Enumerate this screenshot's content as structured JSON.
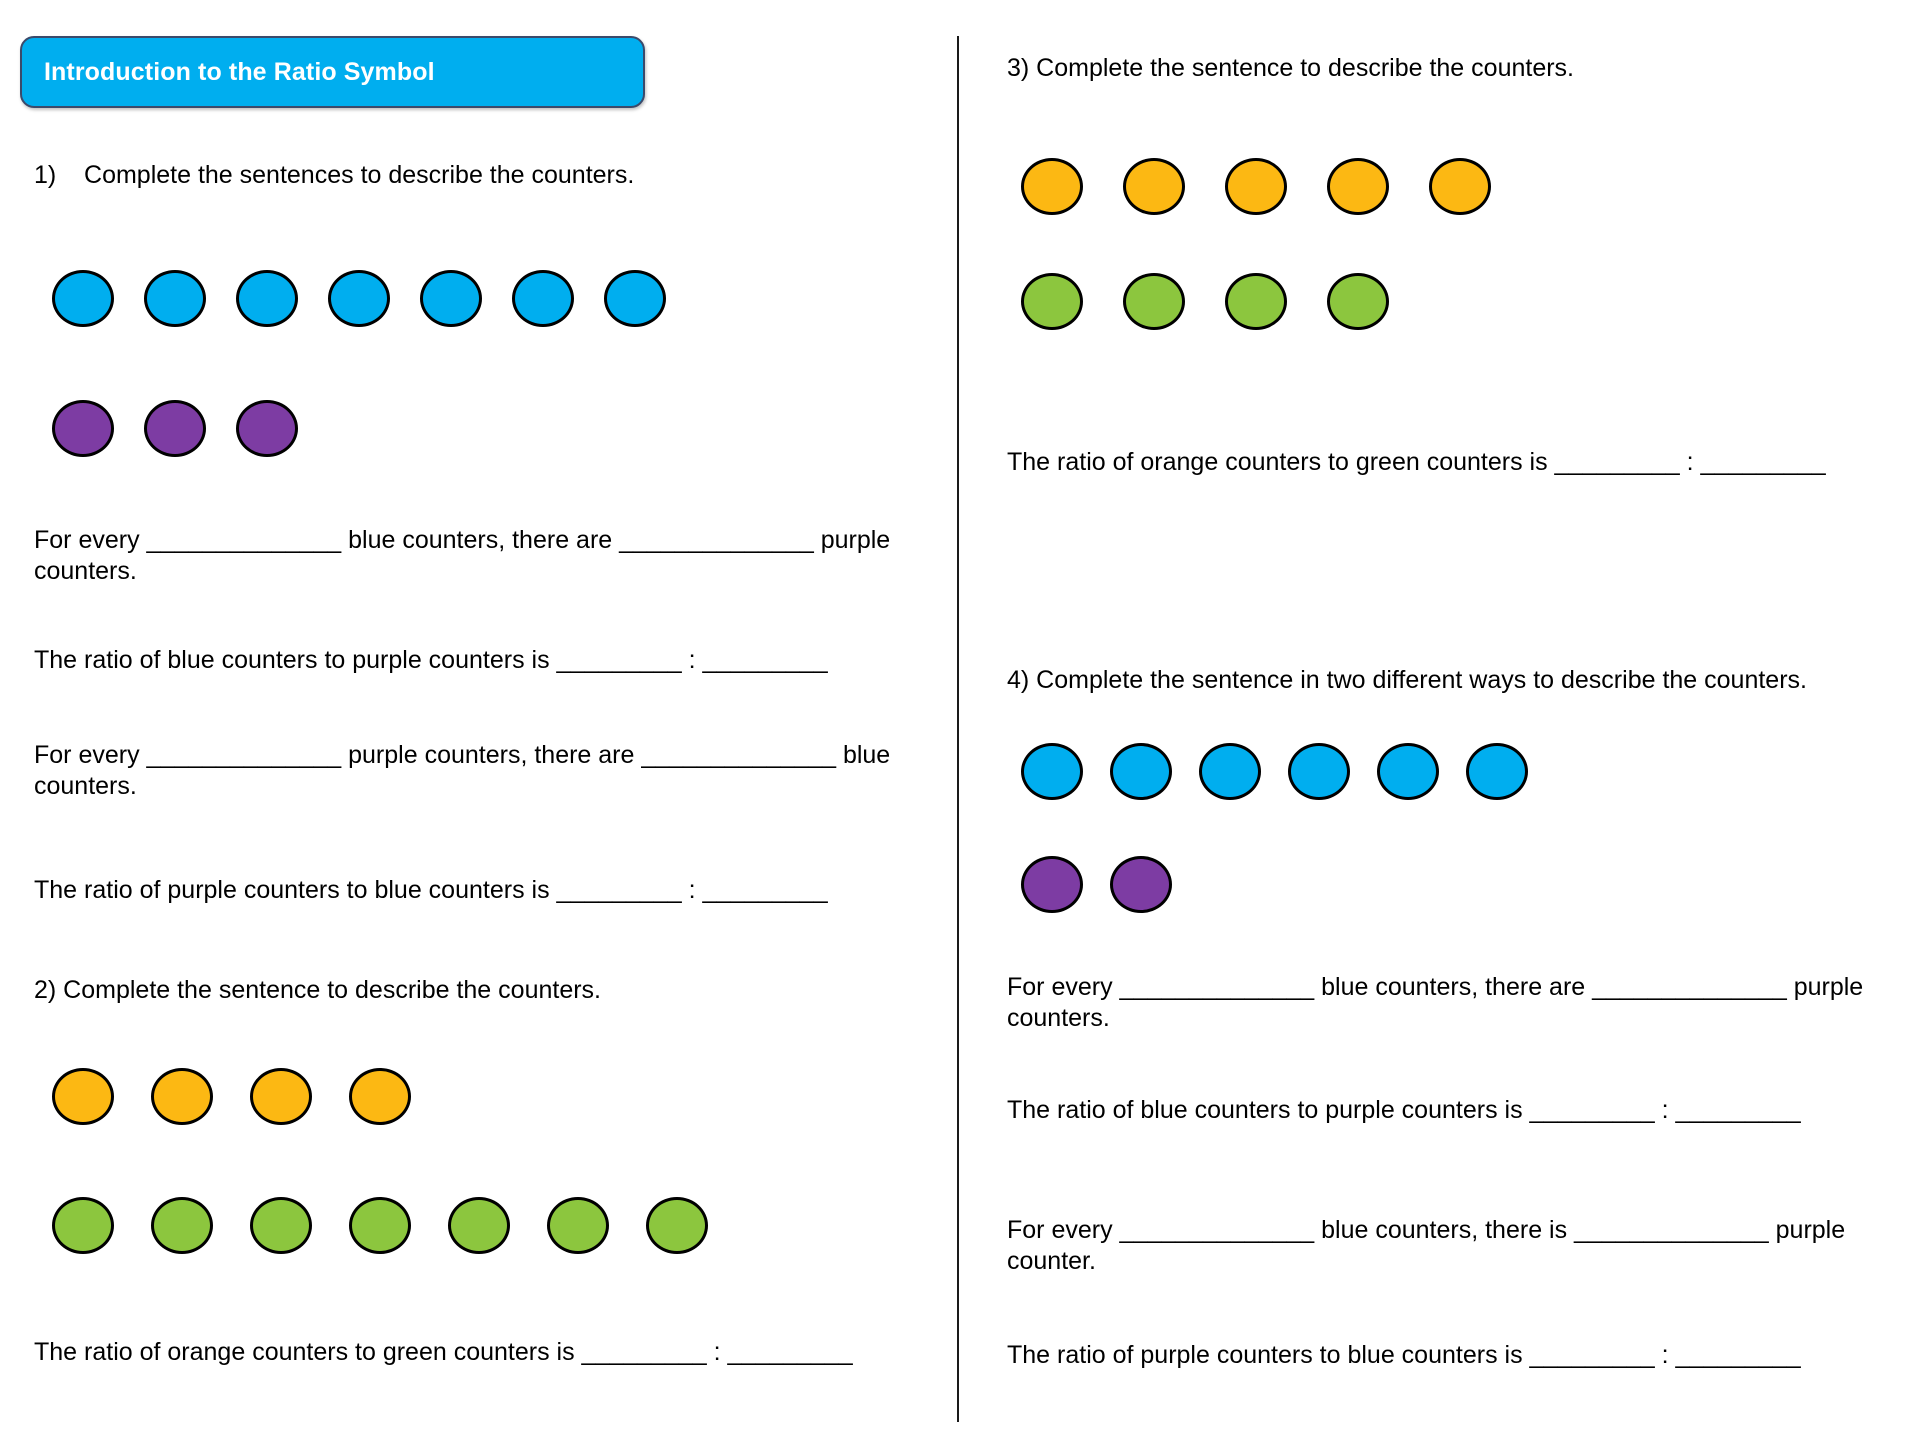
{
  "document": {
    "title_banner": "Introduction to the Ratio Symbol"
  },
  "colors": {
    "banner_bg": "#00AEEF",
    "banner_border": "#3b4a6b",
    "banner_text": "#FFFFFF",
    "counter_blue": "#00AEEF",
    "counter_purple": "#7D3CA3",
    "counter_orange": "#FCB813",
    "counter_green": "#8CC63E",
    "counter_outline": "#000000",
    "divider": "#1A1A1A",
    "page_bg": "#FFFFFF",
    "body_text": "#000000"
  },
  "questions": [
    {
      "number": "1)",
      "heading": "1)    Complete the sentences to describe the counters.",
      "counter_rows": [
        {
          "color": "blue",
          "count": 7
        },
        {
          "color": "purple",
          "count": 3
        }
      ],
      "sentences": [
        "For every ______________ blue counters, there are ______________ purple counters.",
        "The ratio of blue counters to purple counters is _________ : _________",
        "For every ______________ purple counters, there are ______________ blue counters.",
        "The ratio of purple counters to blue counters is _________ : _________"
      ]
    },
    {
      "number": "2)",
      "heading": "2) Complete the sentence to describe the counters.",
      "counter_rows": [
        {
          "color": "orange",
          "count": 4
        },
        {
          "color": "green",
          "count": 7
        }
      ],
      "sentences": [
        "The ratio of orange counters to green counters is _________ : _________"
      ]
    },
    {
      "number": "3)",
      "heading": "3) Complete the sentence to describe the counters.",
      "counter_rows": [
        {
          "color": "orange",
          "count": 5
        },
        {
          "color": "green",
          "count": 4
        }
      ],
      "sentences": [
        "The ratio of orange counters to green counters is _________ : _________"
      ]
    },
    {
      "number": "4)",
      "heading": "4) Complete the sentence in two different ways to describe the counters.",
      "counter_rows": [
        {
          "color": "blue",
          "count": 6
        },
        {
          "color": "purple",
          "count": 2
        }
      ],
      "sentences": [
        "For every ______________ blue counters, there are ______________ purple counters.",
        "The ratio of blue counters to purple counters is _________ : _________",
        "For every ______________ blue counters, there is ______________ purple counter.",
        "The ratio of purple counters to blue counters is _________ : _________"
      ]
    }
  ]
}
